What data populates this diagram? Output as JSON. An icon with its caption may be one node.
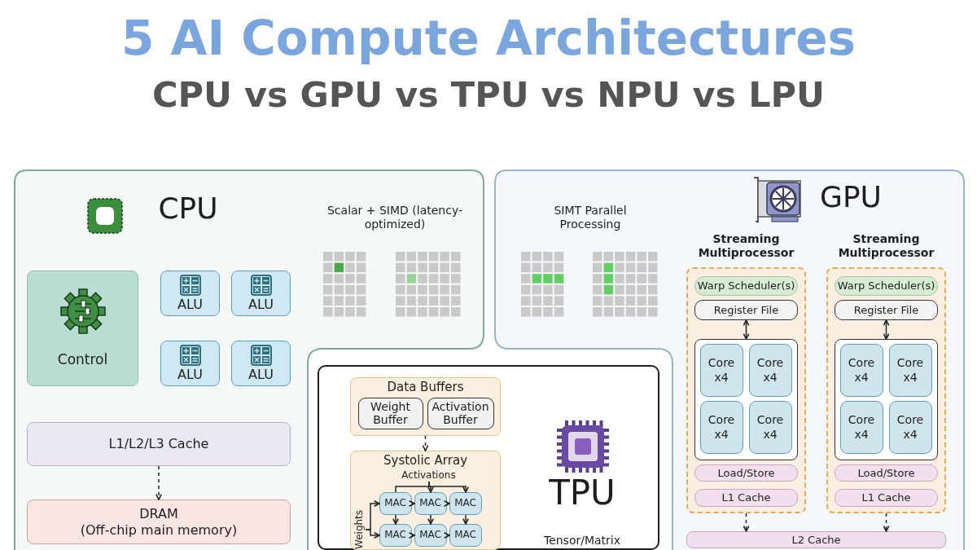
{
  "diagram": {
    "title": "5 AI Compute Architectures",
    "nodes": [
      {
        "text": [
          "CPU",
          "Scalar + SIMD (latency-optimized)"
        ]
      },
      {
        "text": [
          "Control"
        ],
        "in": 0
      },
      {
        "text": [
          "ALU"
        ],
        "in": 0
      },
      {
        "text": [
          "ALU"
        ],
        "in": 0
      },
      {
        "text": [
          "ALU"
        ],
        "in": 0
      },
      {
        "text": [
          "ALU"
        ],
        "in": 0
      },
      {
        "text": [
          "L1/L2/L3 Cache"
        ],
        "in": 0
      },
      {
        "text": [
          "DRAM",
          "(Off-chip main memory)"
        ],
        "in": 0
      },
      {
        "text": [
          "GPU",
          "SIMT Parallel Processing"
        ]
      },
      {
        "text": [
          "Streaming Multiprocessor"
        ],
        "in": 8
      },
      {
        "text": [
          "Warp Scheduler(s)"
        ],
        "in": 9
      },
      {
        "text": [
          "Register File"
        ],
        "in": 9
      },
      {
        "text": [],
        "shape": "box",
        "in": 9
      },
      {
        "text": [
          "Core x4"
        ],
        "in": 12
      },
      {
        "text": [
          "Core x4"
        ],
        "in": 12
      },
      {
        "text": [
          "Core x4"
        ],
        "in": 12
      },
      {
        "text": [
          "Core x4"
        ],
        "in": 12
      },
      {
        "text": [
          "Load/Store"
        ],
        "in": 9
      },
      {
        "text": [
          "L1 Cache"
        ],
        "in": 9
      },
      {
        "text": [
          "Streaming Multiprocessor"
        ],
        "in": 8
      },
      {
        "text": [
          "Warp Scheduler(s)"
        ],
        "in": 19
      },
      {
        "text": [
          "Register File"
        ],
        "in": 19
      },
      {
        "text": [],
        "shape": "box",
        "in": 19
      },
      {
        "text": [
          "Core x4"
        ],
        "in": 22
      },
      {
        "text": [
          "Core x4"
        ],
        "in": 22
      },
      {
        "text": [
          "Core x4"
        ],
        "in": 22
      },
      {
        "text": [
          "Core x4"
        ],
        "in": 22
      },
      {
        "text": [
          "Load/Store"
        ],
        "in": 19
      },
      {
        "text": [
          "L1 Cache"
        ],
        "in": 19
      },
      {
        "text": [
          "L2 Cache"
        ],
        "in": 8
      },
      {
        "text": [
          "TPU",
          "Tensor/Matrix"
        ]
      },
      {
        "text": [
          "Data Buffers"
        ],
        "in": 30
      },
      {
        "text": [
          "Weight Buffer"
        ],
        "in": 31
      },
      {
        "text": [
          "Activation Buffer"
        ],
        "in": 31
      },
      {
        "text": [
          "Systolic Array"
        ],
        "in": 30
      },
      {
        "text": [
          "Activations"
        ],
        "in": 34
      },
      {
        "text": [
          "Weights"
        ],
        "in": 34
      },
      {
        "text": [
          "MAC"
        ],
        "in": 34
      },
      {
        "text": [
          "MAC"
        ],
        "in": 34
      },
      {
        "text": [
          "MAC"
        ],
        "in": 34
      },
      {
        "text": [
          "MAC"
        ],
        "in": 34
      },
      {
        "text": [
          "MAC"
        ],
        "in": 34
      },
      {
        "text": [
          "MAC"
        ],
        "in": 34
      }
    ],
    "edges": [
      {
        "from": 6,
        "to": 7,
        "arrow": "to",
        "style": "dashed"
      },
      {
        "from": 11,
        "to": 12,
        "arrow": "both"
      },
      {
        "from": 21,
        "to": 22,
        "arrow": "both"
      },
      {
        "from": 9,
        "to": 29,
        "arrow": "to",
        "style": "dashed"
      },
      {
        "from": 19,
        "to": 29,
        "arrow": "to",
        "style": "dashed"
      },
      {
        "from": 31,
        "to": 34,
        "arrow": "to",
        "style": "dashed"
      },
      {
        "from": 35,
        "to": 37,
        "arrow": "none"
      },
      {
        "from": 35,
        "to": 38,
        "arrow": "to"
      },
      {
        "from": 35,
        "to": 39,
        "arrow": "to"
      },
      {
        "from": 36,
        "to": 37,
        "arrow": "to"
      },
      {
        "from": 36,
        "to": 40,
        "arrow": "to"
      },
      {
        "from": 37,
        "to": 38,
        "arrow": "to"
      },
      {
        "from": 38,
        "to": 39,
        "arrow": "to"
      },
      {
        "from": 40,
        "to": 41,
        "arrow": "to"
      },
      {
        "from": 41,
        "to": 42,
        "arrow": "to"
      },
      {
        "from": 37,
        "to": 40,
        "arrow": "to"
      },
      {
        "from": 38,
        "to": 41,
        "arrow": "to"
      },
      {
        "from": 39,
        "to": 42,
        "arrow": "to"
      }
    ],
    "labels": [
      "CPU vs GPU vs TPU vs NPU vs LPU"
    ]
  }
}
